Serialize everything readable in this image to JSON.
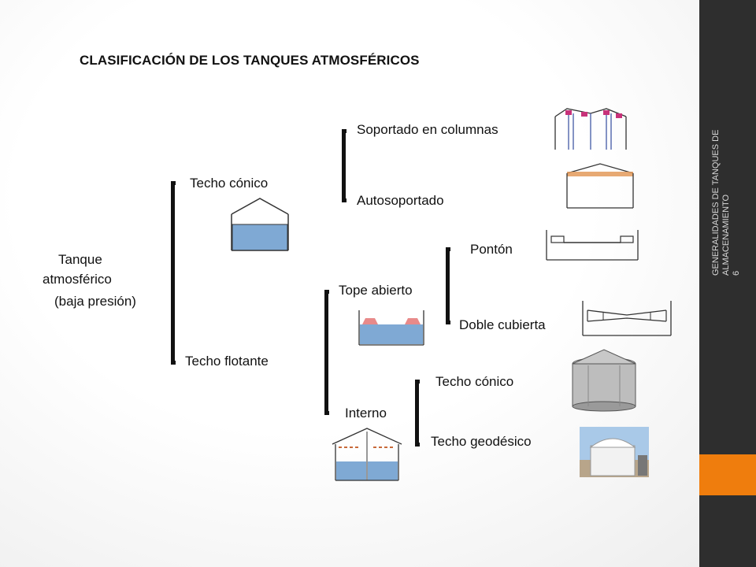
{
  "title": "CLASIFICACIÓN DE LOS TANQUES ATMOSFÉRICOS",
  "root": {
    "line1": "Tanque",
    "line2": "atmosférico",
    "line3": "(baja presión)"
  },
  "level1": {
    "conical": "Techo cónico",
    "floating": "Techo flotante"
  },
  "conical": {
    "columns": "Soportado en columnas",
    "self": "Autosoportado"
  },
  "floating": {
    "open": "Tope abierto",
    "internal": "Interno"
  },
  "open_top": {
    "pontoon": "Pontón",
    "double": "Doble cubierta"
  },
  "internal": {
    "conical": "Techo cónico",
    "geodesic": "Techo geodésico"
  },
  "sidebar": {
    "text": "GENERALIDADES DE TANQUES DE ALMACENAMIENTO",
    "page": "6"
  },
  "colors": {
    "liquid": "#7fa9d4",
    "sidebar": "#2e2e2e",
    "accent": "#ef7d0d"
  }
}
